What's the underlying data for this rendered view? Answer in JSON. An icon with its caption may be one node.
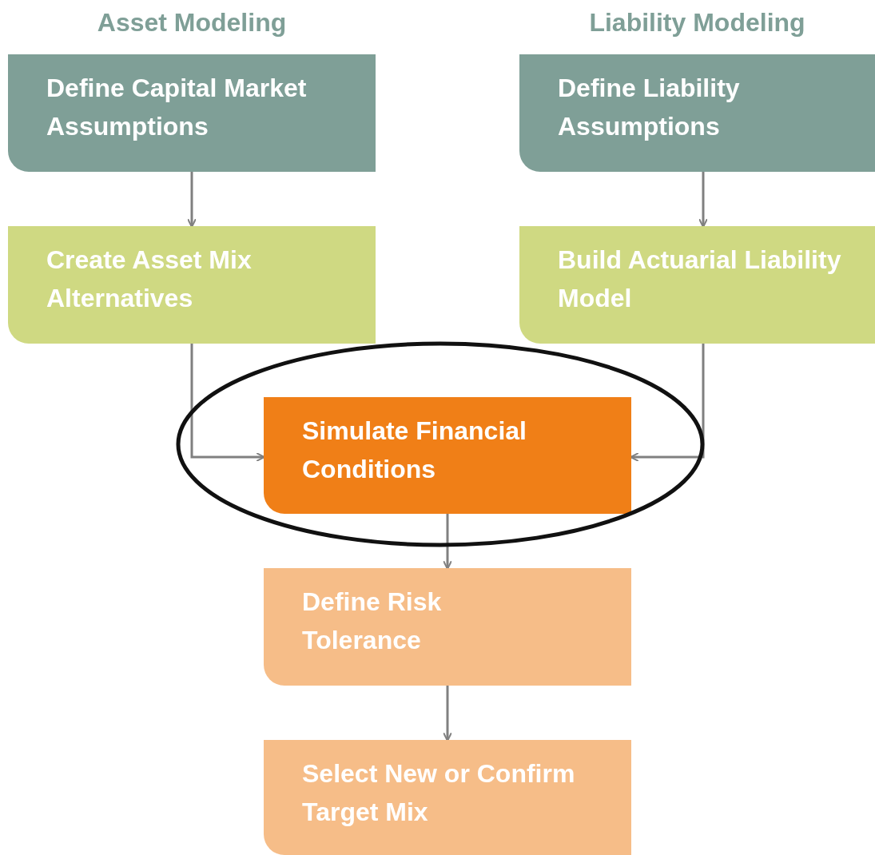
{
  "diagram": {
    "nodes": [
      {
        "text": [
          "Define Capital Market Assumptions"
        ]
      },
      {
        "text": [
          "Define Liability Assumptions"
        ]
      },
      {
        "text": [
          "Create Asset Mix Alternatives"
        ]
      },
      {
        "text": [
          "Build Actuarial Liability Model"
        ]
      },
      {
        "text": [
          "Simulate Financial Conditions"
        ]
      },
      {
        "text": [
          "Define Risk Tolerance"
        ]
      },
      {
        "text": [
          "Select New or Confirm Target Mix"
        ]
      }
    ],
    "edges": [
      {
        "from": 0,
        "to": 2,
        "arrow": "to"
      },
      {
        "from": 1,
        "to": 3,
        "arrow": "to"
      },
      {
        "from": 2,
        "to": 4,
        "arrow": "to"
      },
      {
        "from": 3,
        "to": 4,
        "arrow": "to"
      },
      {
        "from": 4,
        "to": 5,
        "arrow": "to"
      },
      {
        "from": 5,
        "to": 6,
        "arrow": "to"
      }
    ],
    "labels": [
      "Asset Modeling",
      "Liability Modeling"
    ]
  }
}
